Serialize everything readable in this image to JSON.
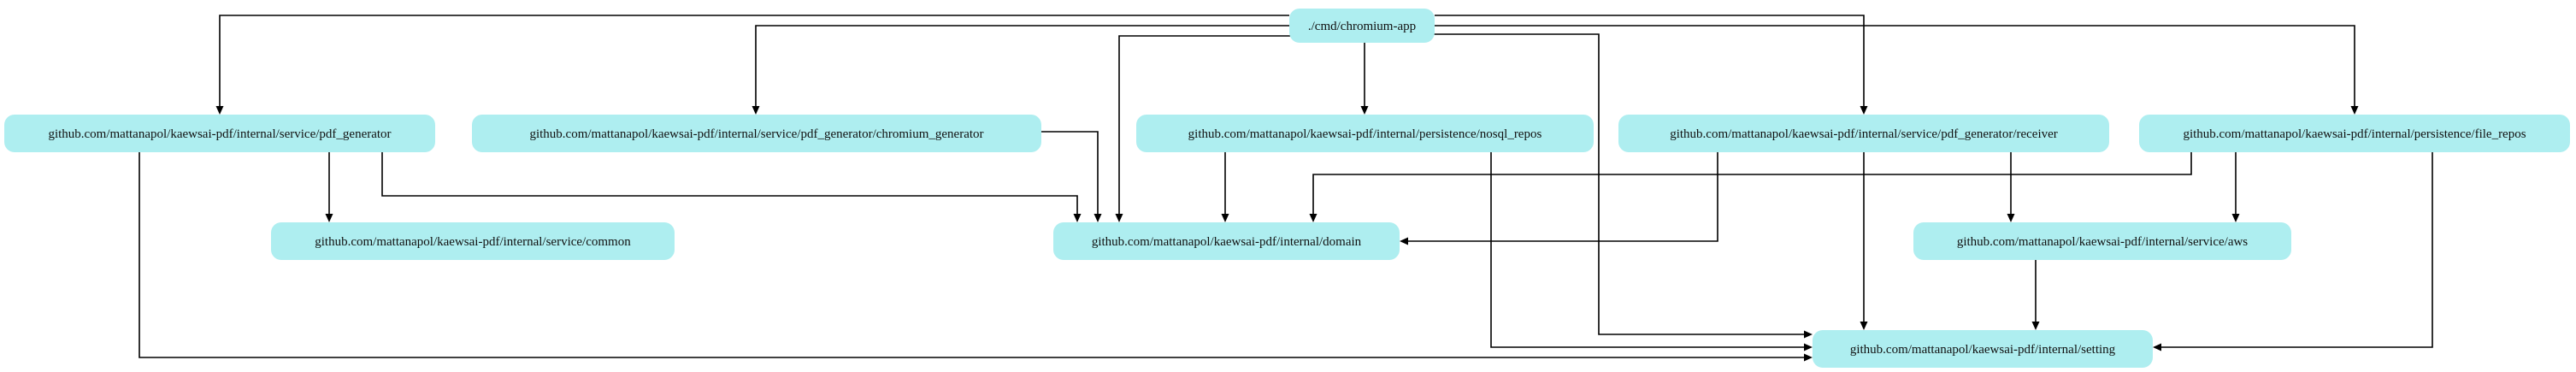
{
  "diagram": {
    "type": "dependency-graph",
    "colors": {
      "node_fill": "#aeeef0",
      "edge": "#000000",
      "background": "#ffffff"
    },
    "nodes": [
      {
        "id": "chromium_app",
        "label": "./cmd/chromium-app"
      },
      {
        "id": "pdf_generator",
        "label": "github.com/mattanapol/kaewsai-pdf/internal/service/pdf_generator"
      },
      {
        "id": "chromium_generator",
        "label": "github.com/mattanapol/kaewsai-pdf/internal/service/pdf_generator/chromium_generator"
      },
      {
        "id": "nosql_repos",
        "label": "github.com/mattanapol/kaewsai-pdf/internal/persistence/nosql_repos"
      },
      {
        "id": "receiver",
        "label": "github.com/mattanapol/kaewsai-pdf/internal/service/pdf_generator/receiver"
      },
      {
        "id": "file_repos",
        "label": "github.com/mattanapol/kaewsai-pdf/internal/persistence/file_repos"
      },
      {
        "id": "common",
        "label": "github.com/mattanapol/kaewsai-pdf/internal/service/common"
      },
      {
        "id": "domain",
        "label": "github.com/mattanapol/kaewsai-pdf/internal/domain"
      },
      {
        "id": "aws",
        "label": "github.com/mattanapol/kaewsai-pdf/internal/service/aws"
      },
      {
        "id": "setting",
        "label": "github.com/mattanapol/kaewsai-pdf/internal/setting"
      }
    ],
    "edges": [
      {
        "from": "chromium_app",
        "to": "pdf_generator"
      },
      {
        "from": "chromium_app",
        "to": "chromium_generator"
      },
      {
        "from": "chromium_app",
        "to": "nosql_repos"
      },
      {
        "from": "chromium_app",
        "to": "receiver"
      },
      {
        "from": "chromium_app",
        "to": "file_repos"
      },
      {
        "from": "chromium_app",
        "to": "domain"
      },
      {
        "from": "chromium_app",
        "to": "setting"
      },
      {
        "from": "pdf_generator",
        "to": "common"
      },
      {
        "from": "pdf_generator",
        "to": "domain"
      },
      {
        "from": "pdf_generator",
        "to": "setting"
      },
      {
        "from": "chromium_generator",
        "to": "domain"
      },
      {
        "from": "nosql_repos",
        "to": "domain"
      },
      {
        "from": "nosql_repos",
        "to": "setting"
      },
      {
        "from": "receiver",
        "to": "domain"
      },
      {
        "from": "receiver",
        "to": "aws"
      },
      {
        "from": "receiver",
        "to": "setting"
      },
      {
        "from": "file_repos",
        "to": "domain"
      },
      {
        "from": "file_repos",
        "to": "aws"
      },
      {
        "from": "file_repos",
        "to": "setting"
      },
      {
        "from": "aws",
        "to": "setting"
      }
    ]
  }
}
